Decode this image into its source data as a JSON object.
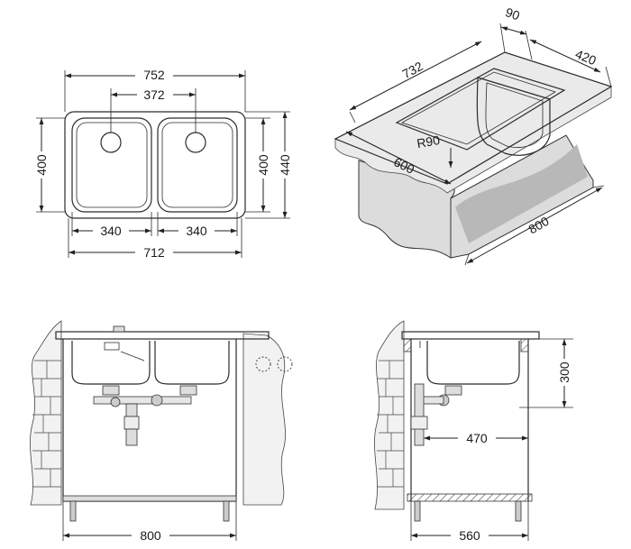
{
  "top_view": {
    "dims": {
      "overall_width": "752",
      "drain_spacing": "372",
      "inner_height": "400",
      "bowl_height": "400",
      "overall_height": "440",
      "left_bowl_width": "340",
      "right_bowl_width": "340",
      "inner_width": "712"
    }
  },
  "iso_view": {
    "dims": {
      "depth_top": "90",
      "length": "732",
      "depth": "420",
      "radius": "R90",
      "width": "600",
      "cabinet_width": "800"
    }
  },
  "front_view": {
    "dims": {
      "cabinet_width": "800"
    }
  },
  "side_view": {
    "dims": {
      "bowl_depth": "300",
      "drain_offset": "470",
      "cabinet_depth": "560"
    }
  }
}
